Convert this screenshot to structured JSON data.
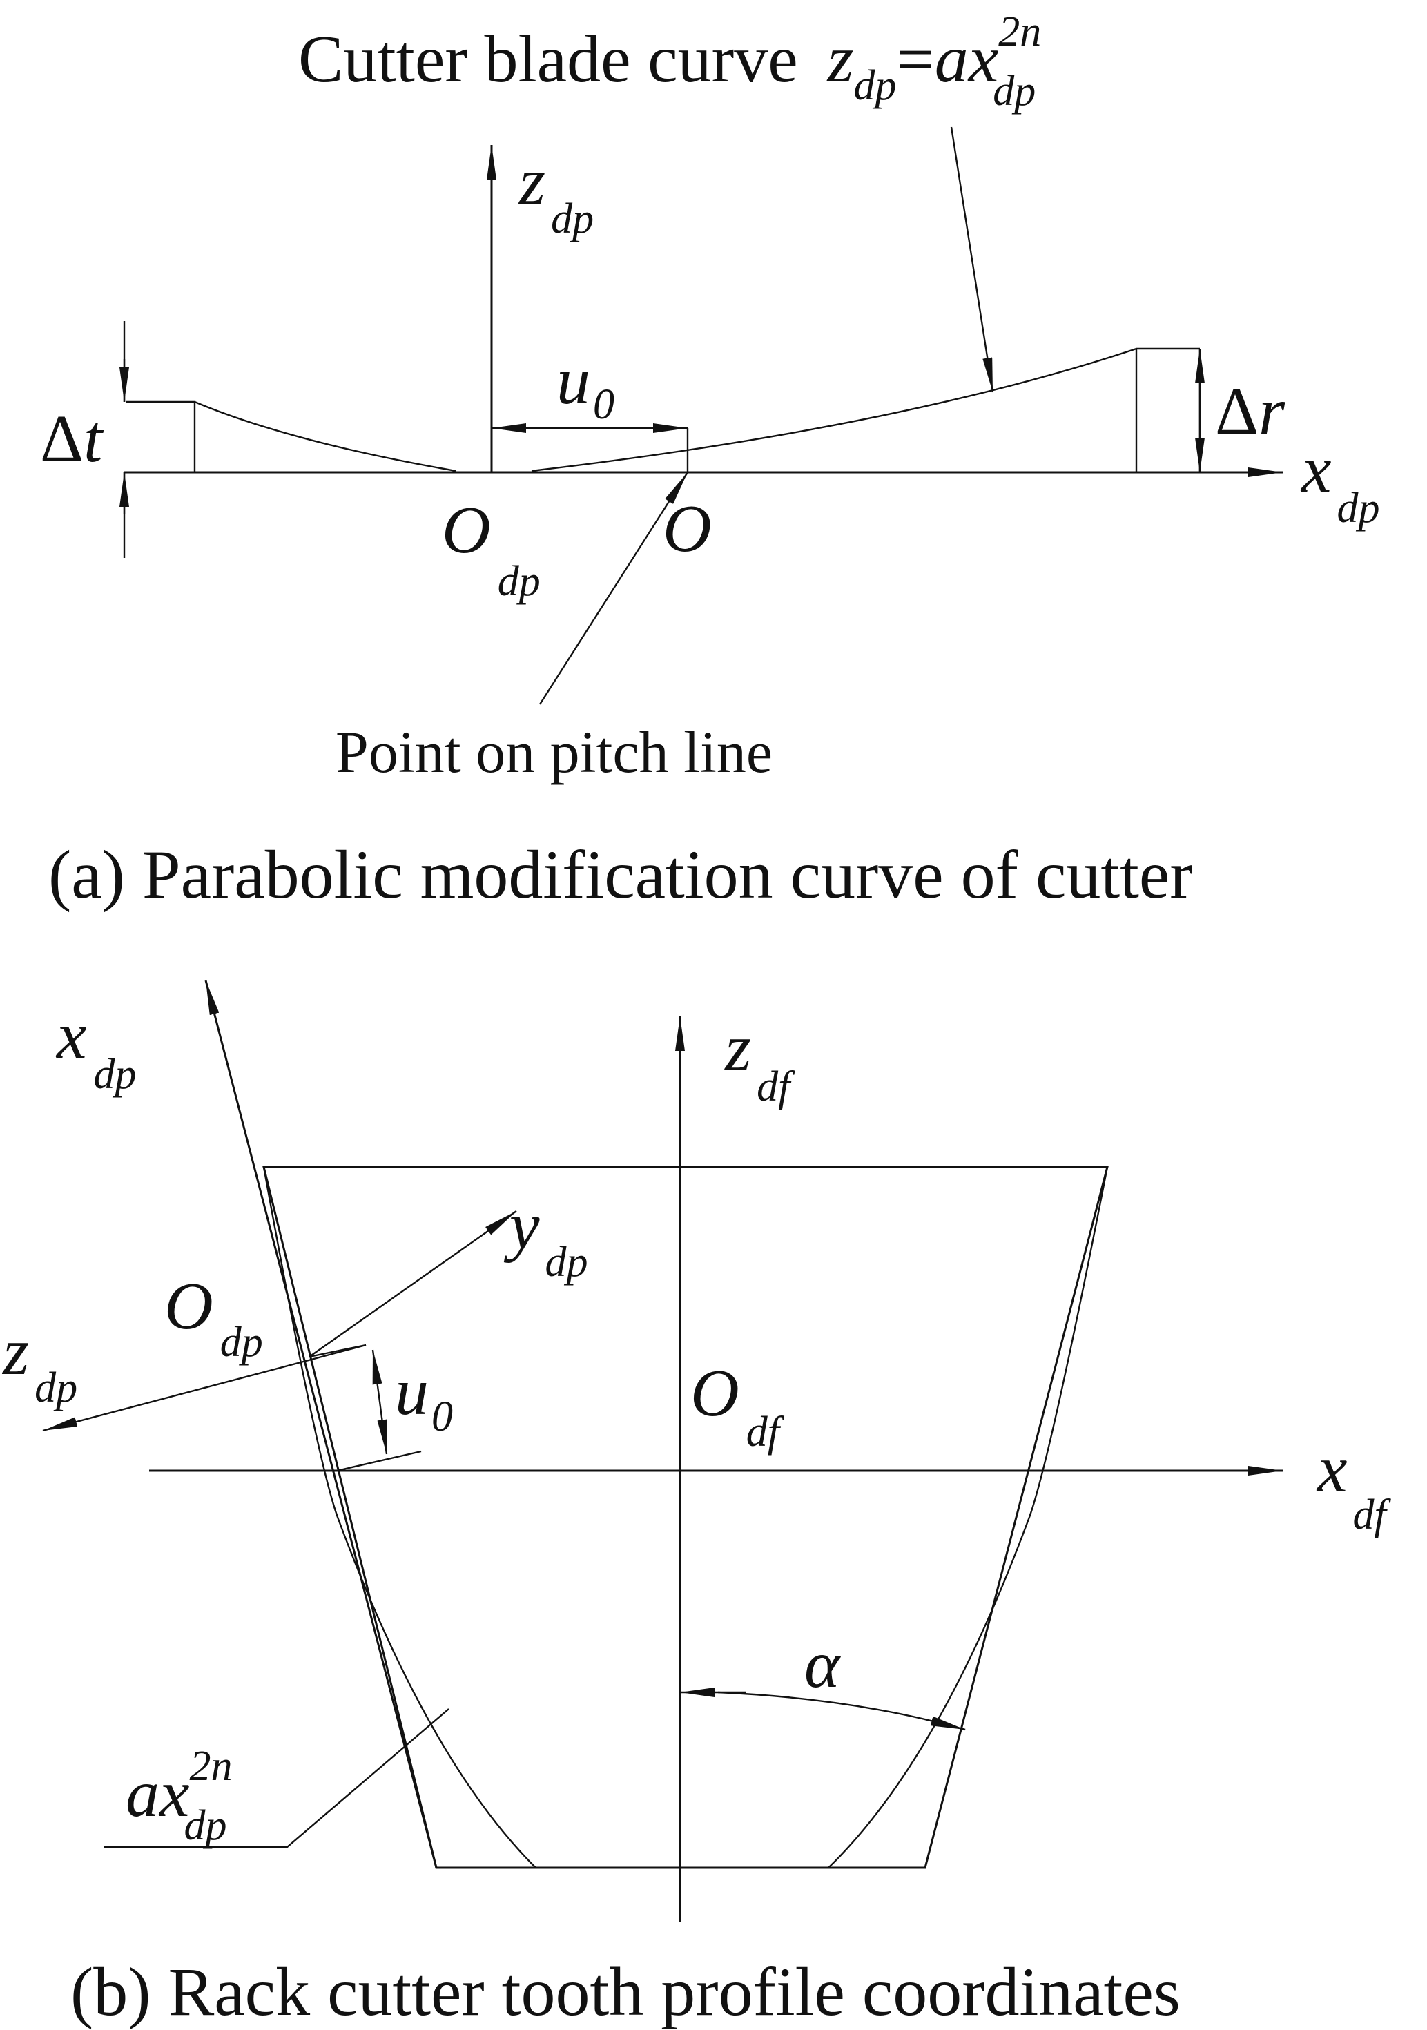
{
  "panel_a": {
    "title_prefix": "Cutter blade curve",
    "title_lhs_base": "z",
    "title_lhs_sub": "dp",
    "title_eq": "=",
    "title_rhs_a": "a",
    "title_rhs_base": "x",
    "title_rhs_sup": "2n",
    "title_rhs_sub": "dp",
    "z_axis_base": "z",
    "z_axis_sub": "dp",
    "x_axis_base": "x",
    "x_axis_sub": "dp",
    "delta_t_sym": "Δ",
    "delta_t_var": "t",
    "delta_r_sym": "Δ",
    "delta_r_var": "r",
    "u0_base": "u",
    "u0_sub": "0",
    "origin_base": "O",
    "origin_sub": "dp",
    "point_o": "O",
    "pitch_note": "Point on pitch line",
    "caption": "(a) Parabolic modification curve of cutter"
  },
  "panel_b": {
    "x_dp_base": "x",
    "x_dp_sub": "dp",
    "y_dp_base": "y",
    "y_dp_sub": "dp",
    "z_dp_base": "z",
    "z_dp_sub": "dp",
    "z_df_base": "z",
    "z_df_sub": "df",
    "x_df_base": "x",
    "x_df_sub": "df",
    "odp_base": "O",
    "odp_sub": "dp",
    "odf_base": "O",
    "odf_sub": "df",
    "u0_base": "u",
    "u0_sub": "0",
    "alpha": "α",
    "curve_a": "a",
    "curve_base": "x",
    "curve_sup": "2n",
    "curve_sub": "dp",
    "caption": "(b) Rack cutter tooth profile coordinates"
  },
  "colors": {
    "ink": "#111111",
    "background": "#ffffff"
  }
}
